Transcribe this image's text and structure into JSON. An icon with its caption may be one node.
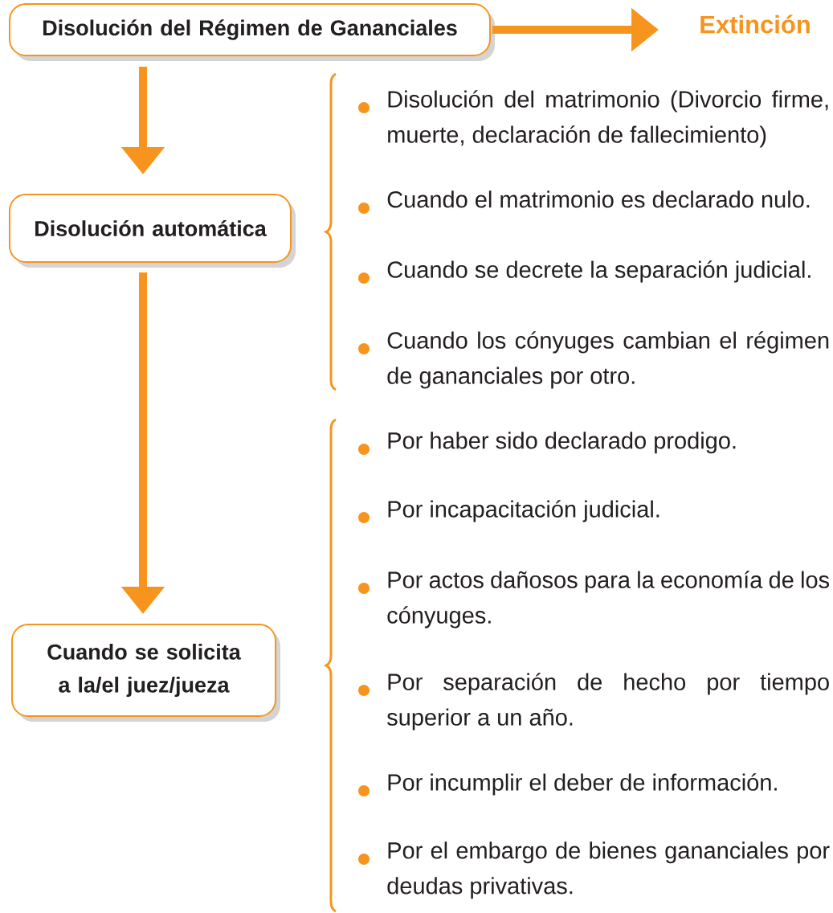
{
  "diagram": {
    "nodes": [
      {
        "text": [
          "Disolución del Régimen de Gananciales"
        ]
      },
      {
        "text": [
          "Extinción"
        ]
      },
      {
        "text": [
          "Disolución automática"
        ]
      },
      {
        "text": [
          "Cuando se solicita a la/el juez/jueza"
        ]
      }
    ],
    "edges": [
      {
        "from": 0,
        "to": 1,
        "arrow": "to"
      },
      {
        "from": 0,
        "to": 2,
        "arrow": "to"
      },
      {
        "from": 2,
        "to": 3,
        "arrow": "to"
      }
    ],
    "labels": [
      "Disolución del matrimonio (Divorcio firme, muerte, declaración de fallecimiento)",
      "Cuando el matrimonio es declarado nulo.",
      "Cuando se decrete la separación judicial.",
      "Cuando los cónyuges cambian el régimen de gananciales por otro.",
      "Por haber sido declarado prodigo.",
      "Por incapacitación judicial.",
      "Por actos dañosos para la economía de los cónyuges.",
      "Por separación de hecho por tiempo superior a un año.",
      "Por incumplir el deber de información.",
      "Por el embargo de bienes gananciales por deudas privativas."
    ]
  }
}
